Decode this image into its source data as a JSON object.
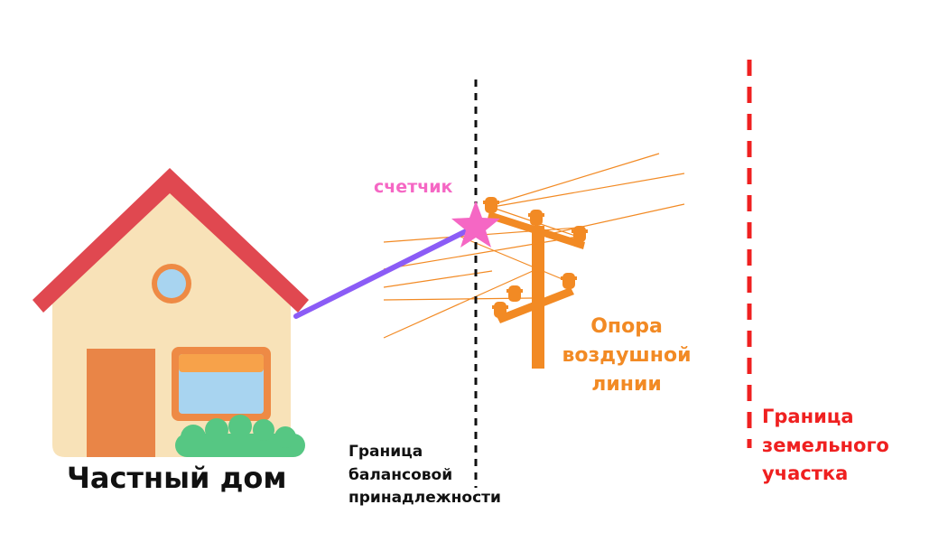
{
  "labels": {
    "house": "Частный дом",
    "meter": "счетчик",
    "pole": "Опора\nвоздушной\nлинии",
    "balance_boundary": "Граница\nбалансовой\nпринадлежности",
    "plot_boundary": "Граница\nземельного\nучастка"
  },
  "colors": {
    "roof": "#e04850",
    "wall": "#f8e2b8",
    "door": "#e98547",
    "window_frame": "#ee8a45",
    "window_glass": "#a8d4f0",
    "bush": "#56c783",
    "service_line": "#8b5cf6",
    "meter_star": "#f567c4",
    "pole": "#f28a24",
    "plot_boundary": "#ef2020",
    "balance_boundary": "#111111"
  }
}
